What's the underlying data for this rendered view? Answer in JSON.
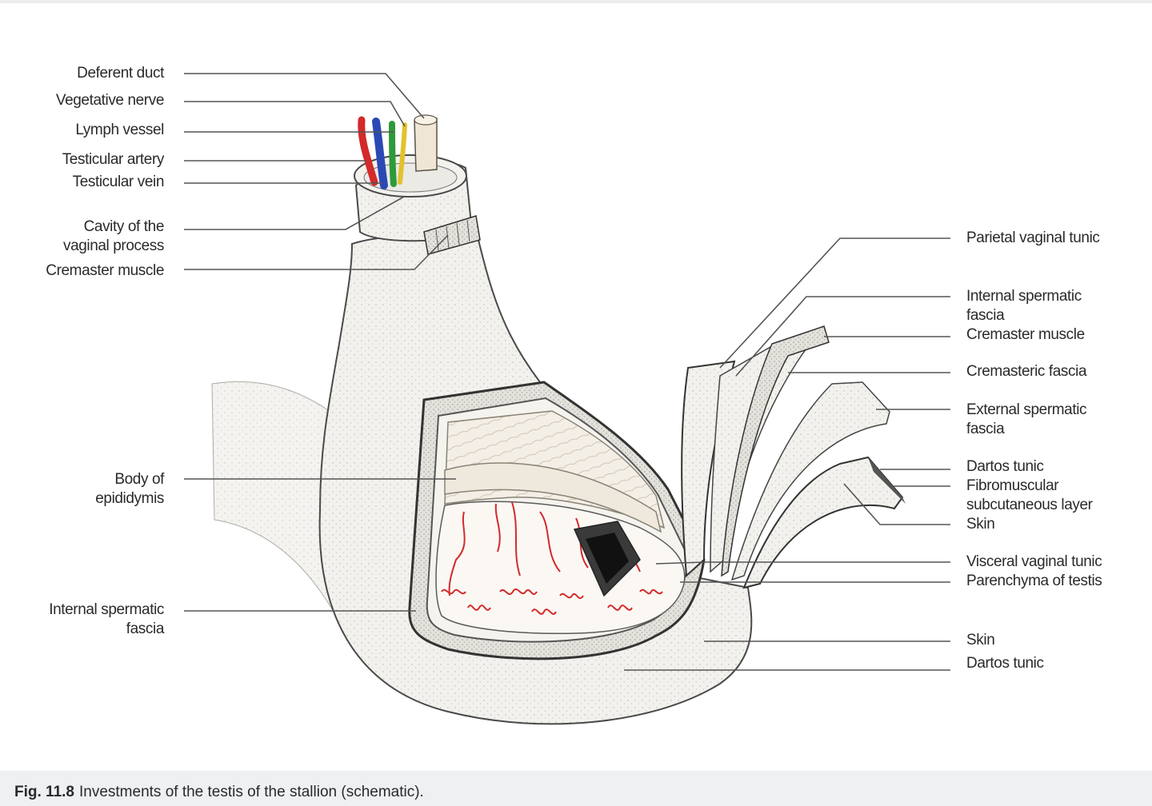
{
  "labels_left": [
    {
      "id": "deferent-duct",
      "text": "Deferent duct"
    },
    {
      "id": "vegetative-nerve",
      "text": "Vegetative nerve"
    },
    {
      "id": "lymph-vessel",
      "text": "Lymph vessel"
    },
    {
      "id": "testicular-artery",
      "text": "Testicular artery"
    },
    {
      "id": "testicular-vein",
      "text": "Testicular vein"
    },
    {
      "id": "cavity-vaginal-process",
      "text": "Cavity of the vaginal process"
    },
    {
      "id": "cremaster-muscle-left",
      "text": "Cremaster muscle"
    },
    {
      "id": "body-of-epididymis",
      "text": "Body of epididymis"
    },
    {
      "id": "internal-spermatic-fascia-left",
      "text": "Internal spermatic fascia"
    }
  ],
  "labels_right": [
    {
      "id": "parietal-vaginal-tunic",
      "text": "Parietal vaginal tunic"
    },
    {
      "id": "internal-spermatic-fascia-right",
      "text": "Internal spermatic fascia"
    },
    {
      "id": "cremaster-muscle-right",
      "text": "Cremaster muscle"
    },
    {
      "id": "cremasteric-fascia",
      "text": "Cremasteric fascia"
    },
    {
      "id": "external-spermatic-fascia",
      "text": "External spermatic fascia"
    },
    {
      "id": "dartos-tunic-upper",
      "text": "Dartos tunic"
    },
    {
      "id": "fibromuscular-layer",
      "text": "Fibromuscular subcutaneous layer"
    },
    {
      "id": "skin-upper",
      "text": "Skin"
    },
    {
      "id": "visceral-vaginal-tunic",
      "text": "Visceral vaginal tunic"
    },
    {
      "id": "parenchyma-of-testis",
      "text": "Parenchyma of testis"
    },
    {
      "id": "skin-lower",
      "text": "Skin"
    },
    {
      "id": "dartos-tunic-lower",
      "text": "Dartos tunic"
    }
  ],
  "caption": {
    "figure_number": "Fig. 11.8",
    "text": "Investments of the testis of the stallion (schematic)."
  },
  "colors": {
    "vessel_red": "#d42a2a",
    "vessel_blue": "#2b49b5",
    "vessel_green": "#2e9a3a",
    "nerve_yellow": "#e2c22c",
    "duct": "#efe6d6",
    "tissue": "#f1f0ec",
    "outline": "#3a3a3a",
    "leader": "#555555"
  }
}
